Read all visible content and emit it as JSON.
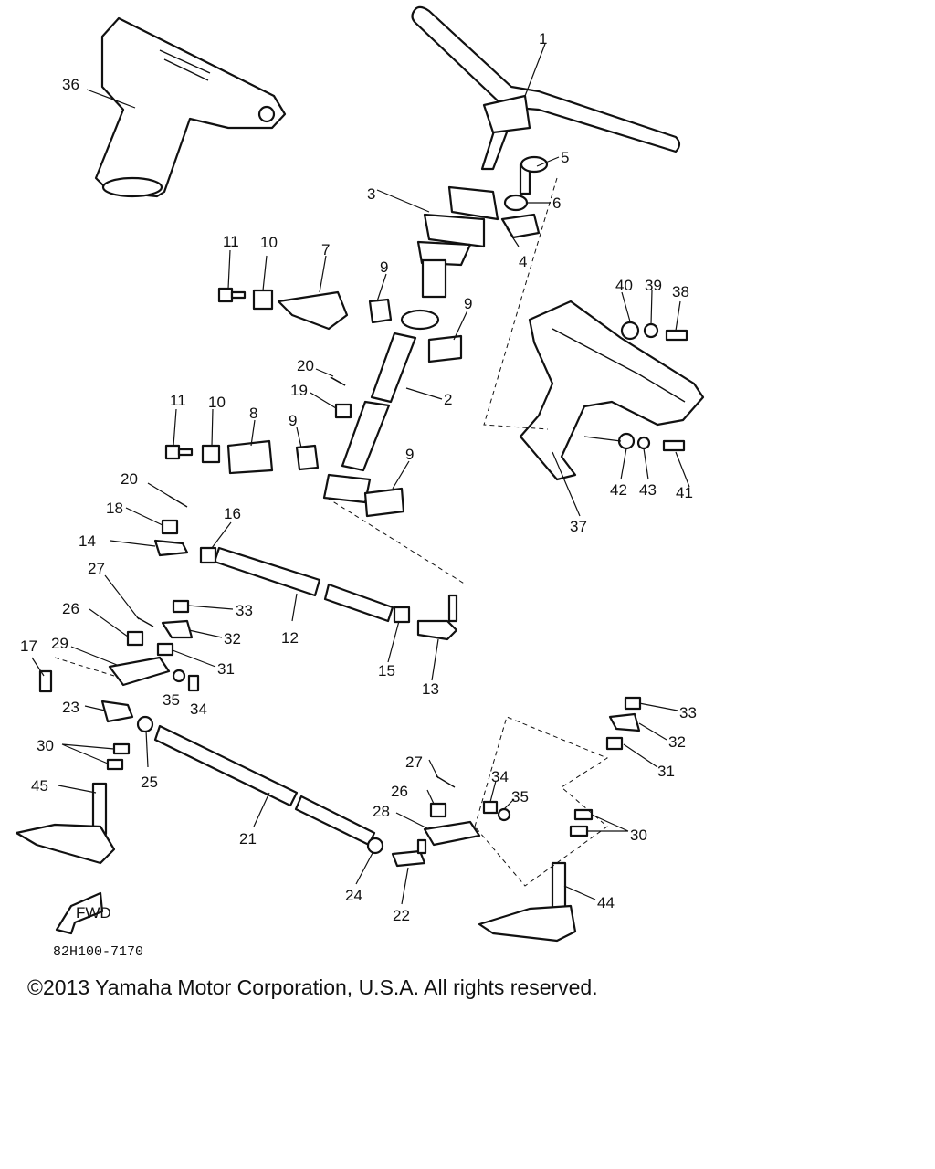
{
  "callouts": [
    "1",
    "2",
    "3",
    "4",
    "5",
    "6",
    "7",
    "8",
    "9",
    "9",
    "9",
    "9",
    "10",
    "10",
    "11",
    "11",
    "12",
    "13",
    "14",
    "15",
    "16",
    "17",
    "18",
    "19",
    "20",
    "20",
    "21",
    "22",
    "23",
    "24",
    "25",
    "26",
    "26",
    "27",
    "27",
    "28",
    "29",
    "30",
    "30",
    "31",
    "31",
    "32",
    "32",
    "33",
    "33",
    "34",
    "34",
    "35",
    "35",
    "36",
    "37",
    "38",
    "39",
    "40",
    "41",
    "42",
    "43",
    "44",
    "45"
  ],
  "fwd_label": "FWD",
  "doc_code": "82H100-7170",
  "copyright": "©2013 Yamaha Motor Corporation, U.S.A. All rights reserved."
}
